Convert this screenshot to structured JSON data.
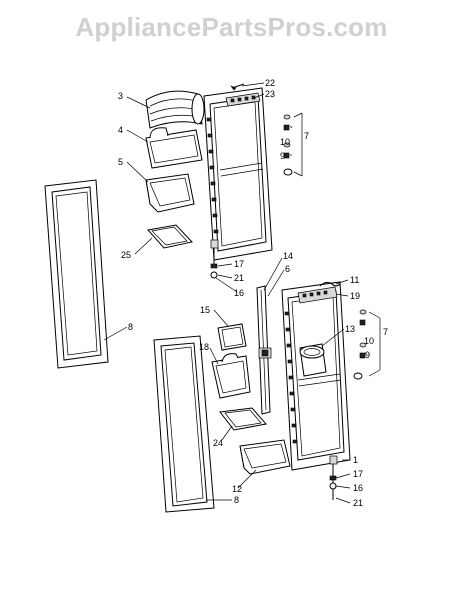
{
  "watermark": "AppliancePartsPros.com",
  "callouts": {
    "c3": "3",
    "c4": "4",
    "c5": "5",
    "c25": "25",
    "c8a": "8",
    "c8b": "8",
    "c22": "22",
    "c23": "23",
    "c7a": "7",
    "c10a": "10",
    "c9a": "9",
    "c17a": "17",
    "c21a": "21",
    "c16a": "16",
    "c14": "14",
    "c6": "6",
    "c11": "11",
    "c19": "19",
    "c13": "13",
    "c7b": "7",
    "c10b": "10",
    "c9b": "9",
    "c15": "15",
    "c18": "18",
    "c24": "24",
    "c12": "12",
    "c1": "1",
    "c17b": "17",
    "c16b": "16",
    "c21b": "21"
  }
}
